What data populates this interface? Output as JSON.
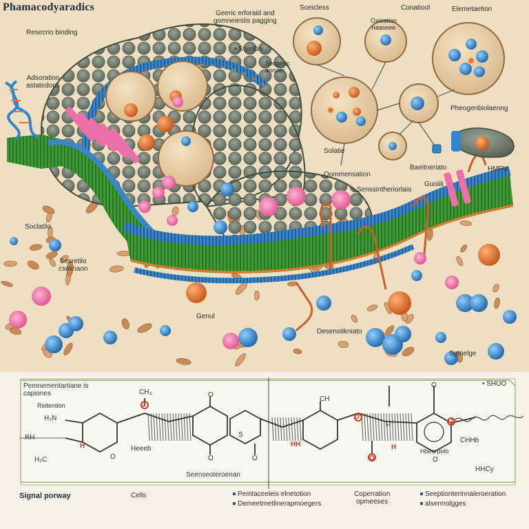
{
  "title": "Phamacodyaradics",
  "labels": {
    "receptor_binding": "Resecrio binding",
    "genetic": "Geeric erforaid and\ngomneiestis pagging",
    "styrilin": "• Styiriltin",
    "segeric": "Seqgeric\nannaer",
    "solutions": "Soeicless",
    "oxidation": "Oxieation\nnaaseee",
    "conatiool": "Conatiool",
    "elemetation": "Elemetaetion",
    "adsorption": "Adsoration\nastatedons",
    "phenogenic": "Pheogenbiolaenng",
    "solatie": "Solatie",
    "commensation": "Oommensation",
    "bacteriologic": "Baeitneriato",
    "semiotic": "Senssintheriorlaio",
    "guoillib": "Guoiili",
    "hmpu": "HMPU",
    "soclatilo": "Soclatilo",
    "secretin": "Secretilo\ncsoiinaon",
    "genuil": "Genul",
    "desalination": "Desenstikniato",
    "sgrmige": "Sgmelge"
  },
  "chem": {
    "caption": "Pemnementartiane is\ncapiones",
    "retention": "Reitention",
    "ch_top": "CH₃",
    "h2n": "H₂N",
    "rh": "RH",
    "h2c": "H₂C",
    "hene": "Heeeb",
    "s": "S",
    "ch3_mid": "CH",
    "hh": "HH",
    "h_mid": "H",
    "hbeorpolo": "Hbeorpolo",
    "chhb": "CHHb",
    "hhcy": "HHCy",
    "shuo": "• SHUO",
    "senseot": "Seenseoteroenan",
    "o": "O"
  },
  "footer": {
    "signal": "Signal porway",
    "cells": "Cells",
    "legend": [
      "Pemtaceeleis elnetotion",
      "Demeetrnetlinerapmoegers",
      "Coperration\nopmeeses",
      "Seeptionterinnaleroeration",
      "alsermolgges"
    ]
  },
  "colors": {
    "background": "#f3ead9",
    "membrane_blue": "#3a86c8",
    "membrane_green": "#4ea83a",
    "protein_gray": "#6f7a6c",
    "vesicle": "#e6c9a0",
    "pink": "#ec6fa7",
    "orange": "#e9782e",
    "blue_molecule": "#2f86cf"
  }
}
